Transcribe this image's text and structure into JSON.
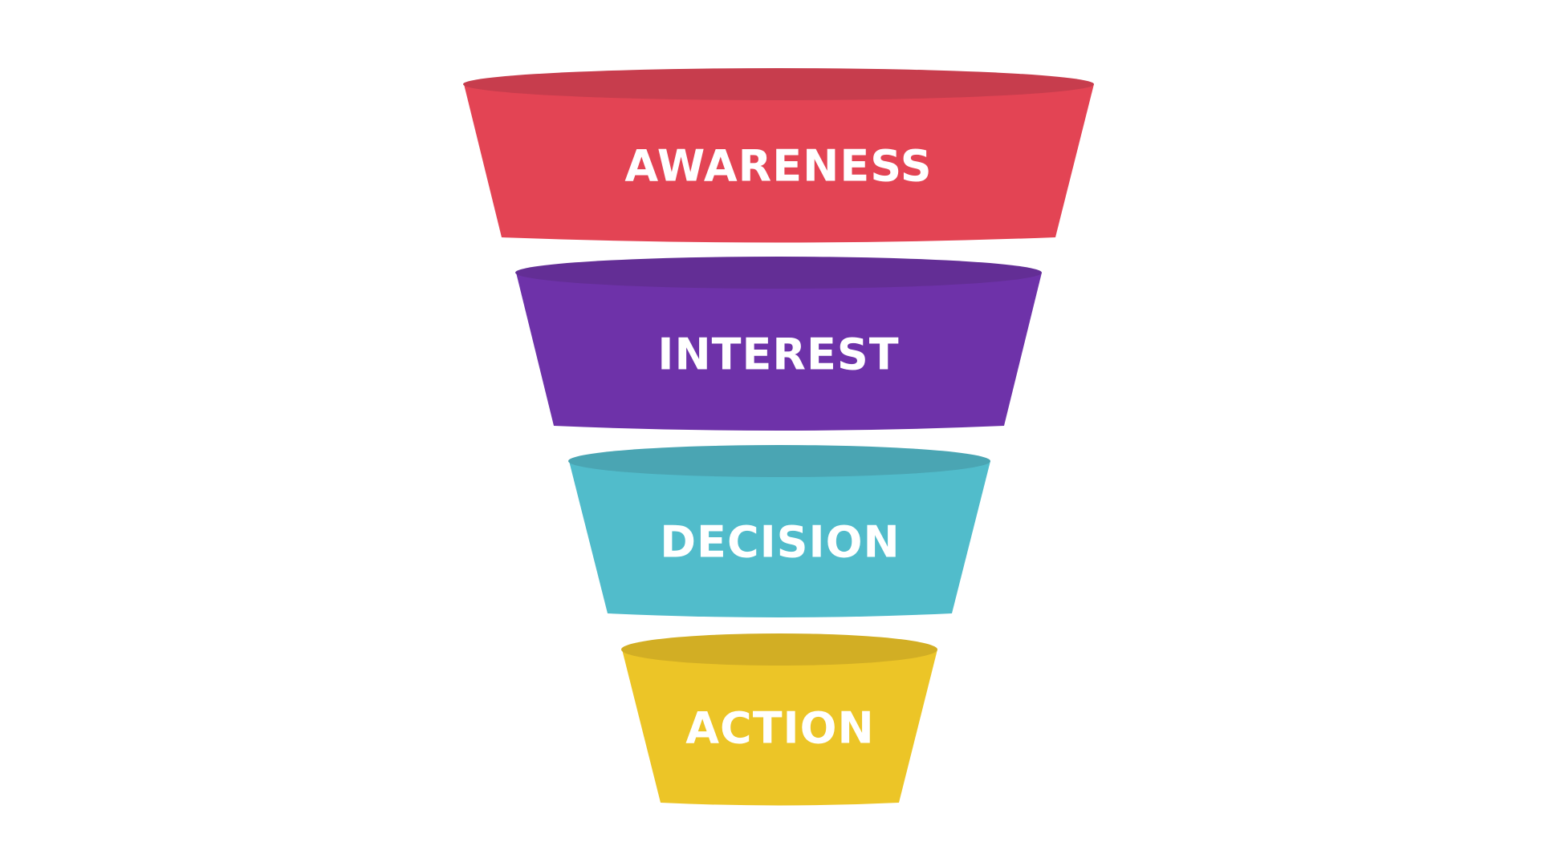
{
  "diagram": {
    "type": "funnel",
    "stages": [
      {
        "label": "AWARENESS",
        "body_color": "#E34454",
        "rim_color": "#C73D4D"
      },
      {
        "label": "INTEREST",
        "body_color": "#6E32A9",
        "rim_color": "#632E95"
      },
      {
        "label": "DECISION",
        "body_color": "#51BCCB",
        "rim_color": "#4AA5B3"
      },
      {
        "label": "ACTION",
        "body_color": "#ECC527",
        "rim_color": "#D2AE24"
      }
    ]
  }
}
